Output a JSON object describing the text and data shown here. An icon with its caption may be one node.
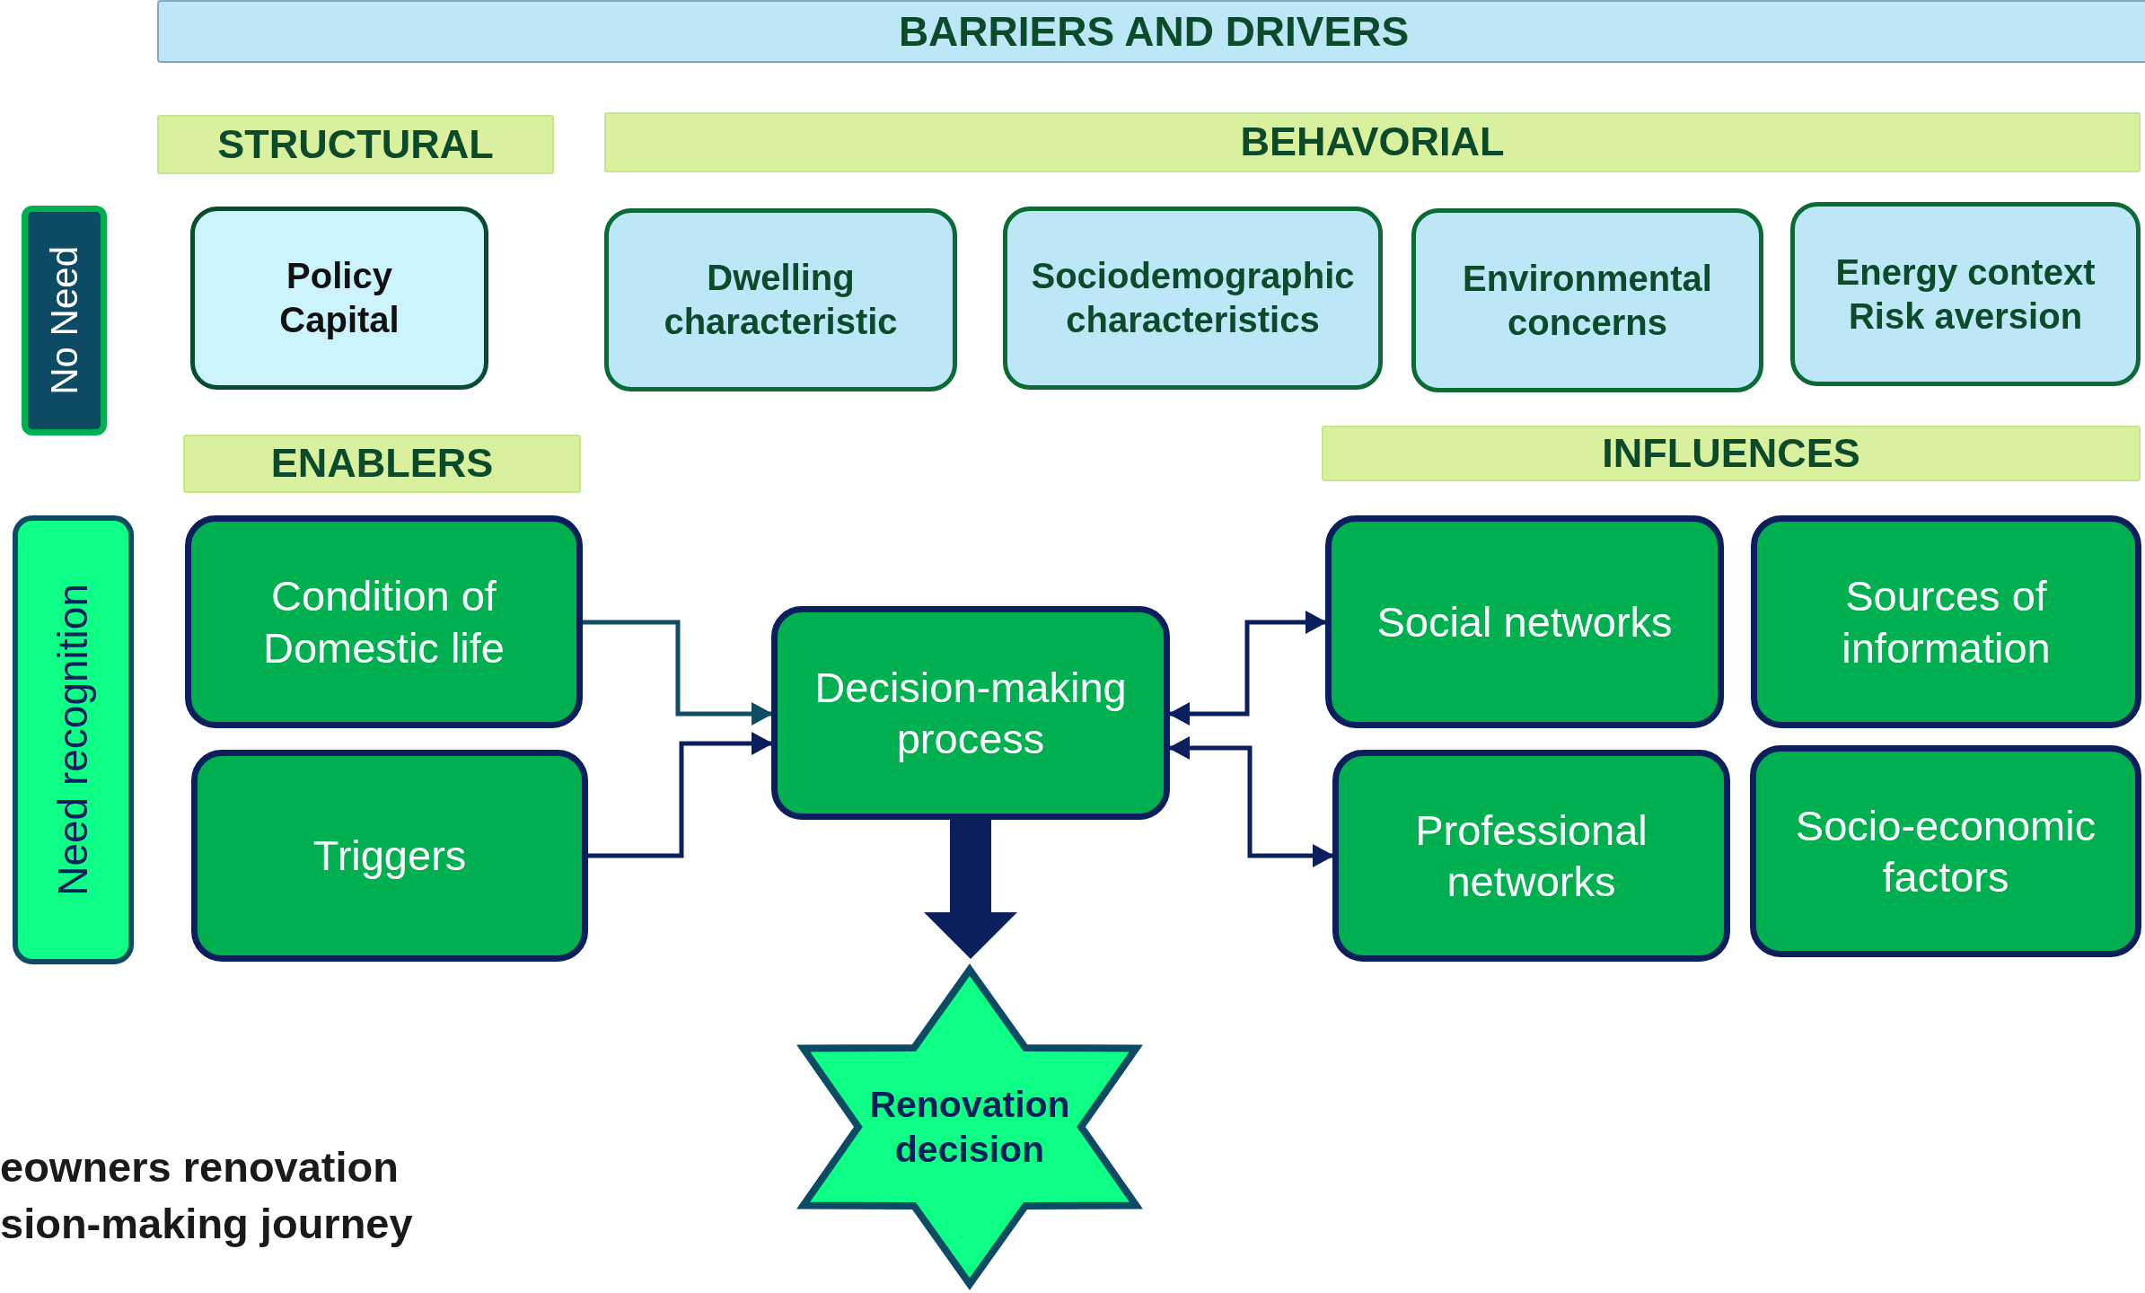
{
  "diagram": {
    "nodes": [
      {
        "text": [
          "BARRIERS AND DRIVERS"
        ]
      },
      {
        "text": [
          "STRUCTURAL"
        ]
      },
      {
        "text": [
          "BEHAVORIAL"
        ]
      },
      {
        "text": [
          "No Need"
        ]
      },
      {
        "text": [
          "Policy Capital"
        ]
      },
      {
        "text": [
          "Dwelling characteristic"
        ]
      },
      {
        "text": [
          "Sociodemographic characteristics"
        ]
      },
      {
        "text": [
          "Environmental concerns"
        ]
      },
      {
        "text": [
          "Energy context Risk aversion"
        ]
      },
      {
        "text": [
          "ENABLERS"
        ]
      },
      {
        "text": [
          "INFLUENCES"
        ]
      },
      {
        "text": [
          "Need recognition"
        ]
      },
      {
        "text": [
          "Condition of Domestic life"
        ]
      },
      {
        "text": [
          "Decision-making process"
        ]
      },
      {
        "text": [
          "Social networks"
        ]
      },
      {
        "text": [
          "Sources of information"
        ]
      },
      {
        "text": [
          "Triggers"
        ]
      },
      {
        "text": [
          "Professional networks"
        ]
      },
      {
        "text": [
          "Socio-economic factors"
        ]
      },
      {
        "text": [
          "Renovation decision"
        ]
      }
    ],
    "edges": [
      {
        "from": 12,
        "to": 13,
        "arrow": "to",
        "color": "#0e4d64"
      },
      {
        "from": 16,
        "to": 13,
        "arrow": "to"
      },
      {
        "from": 13,
        "to": 14,
        "arrow": "both"
      },
      {
        "from": 13,
        "to": 17,
        "arrow": "both"
      },
      {
        "from": 13,
        "to": 19,
        "arrow": "to",
        "style": "thick"
      }
    ],
    "labels": [
      "eowners renovation sion-making journey"
    ]
  }
}
